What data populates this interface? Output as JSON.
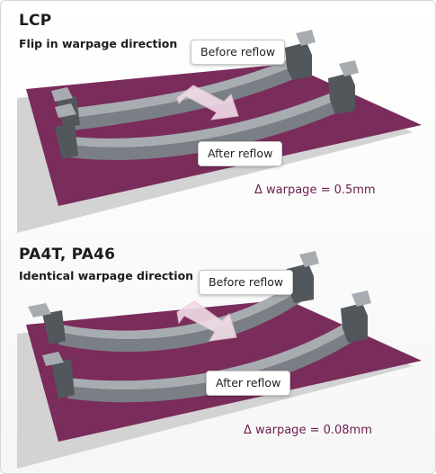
{
  "colors": {
    "board": "#7a2c5b",
    "board_dark": "#5e1f45",
    "shadow": "#d3d3d3",
    "part": "#7a7f85",
    "part_dark": "#52575c",
    "part_light": "#a7acb1",
    "arrow": "#f1dde7",
    "accent": "#6d2150"
  },
  "panels": [
    {
      "title": "LCP",
      "subtitle": "Flip in warpage direction",
      "before_label": "Before reflow",
      "after_label": "After reflow",
      "delta_text": "Δ warpage = 0.5mm",
      "warp": "flip"
    },
    {
      "title": "PA4T, PA46",
      "subtitle": "Identical warpage direction",
      "before_label": "Before reflow",
      "after_label": "After reflow",
      "delta_text": "Δ warpage = 0.08mm",
      "warp": "same"
    }
  ]
}
